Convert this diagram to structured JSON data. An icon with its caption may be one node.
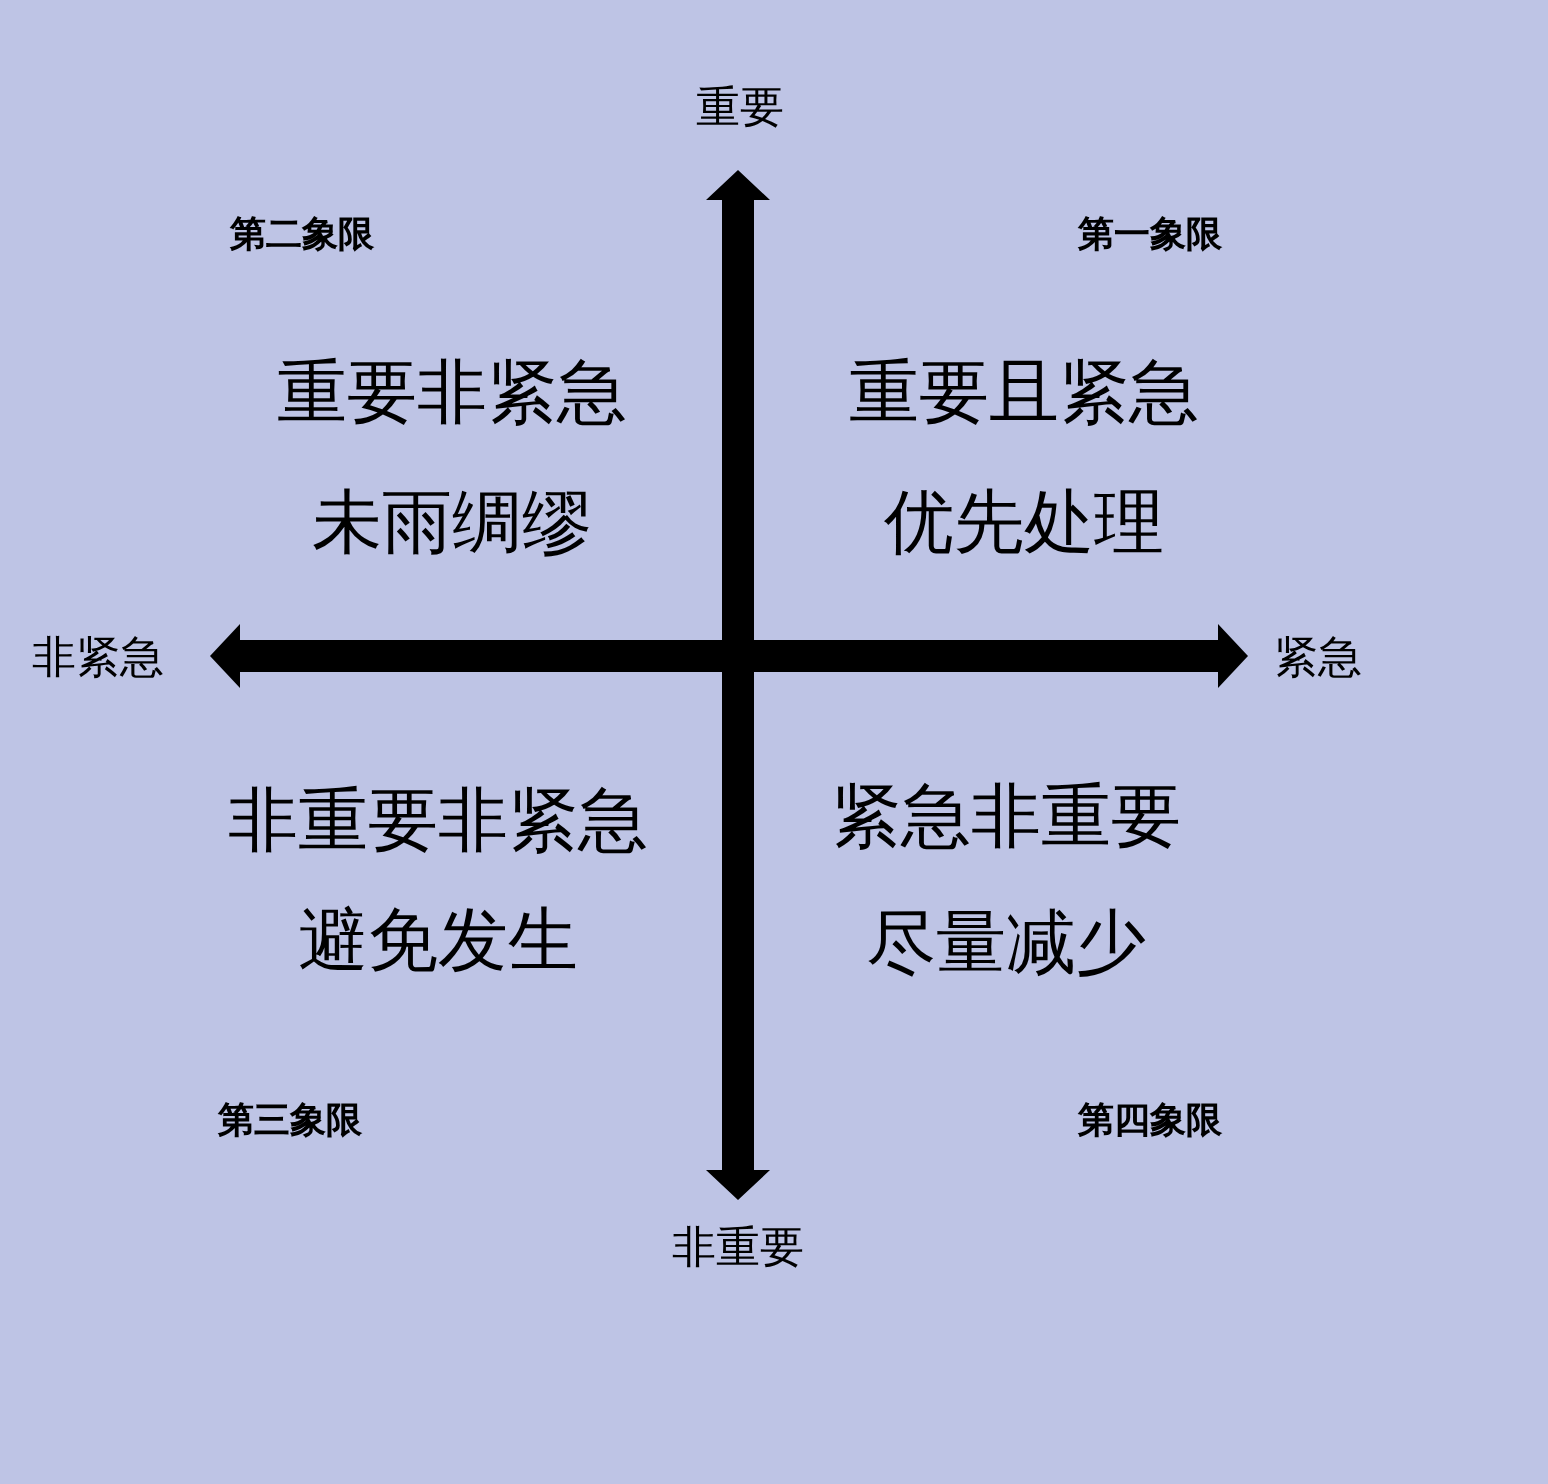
{
  "diagram": {
    "labels": [
      "重要",
      "第二象限",
      "第一象限",
      "重要非紧急",
      "重要且紧急",
      "未雨绸缪",
      "优先处理",
      "非紧急",
      "紧急",
      "非重要非紧急",
      "紧急非重要",
      "避免发生",
      "尽量减少",
      "第三象限",
      "第四象限",
      "非重要"
    ]
  }
}
